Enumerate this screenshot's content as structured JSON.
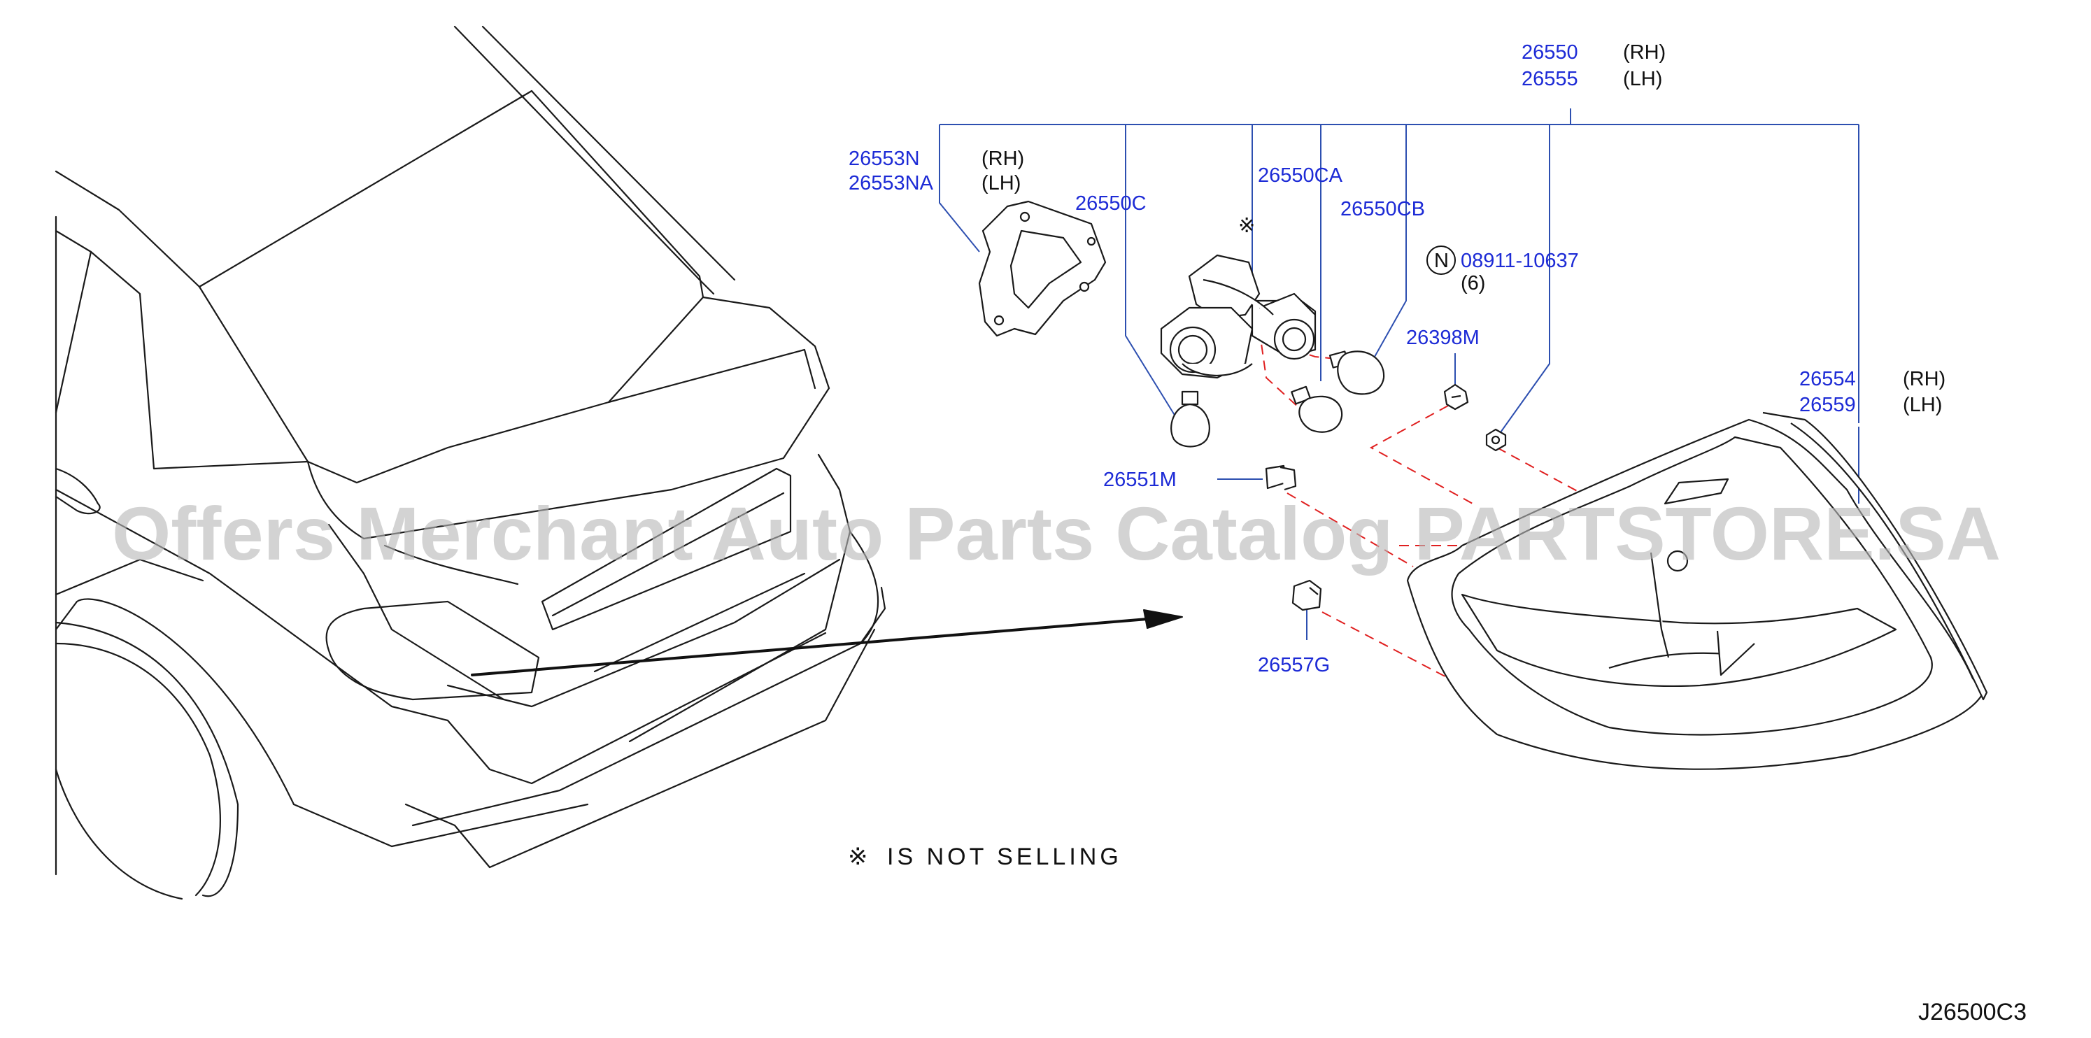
{
  "diagram": {
    "watermark": "Offers Merchant Auto Parts Catalog PARTSTORE.SA",
    "diagram_code": "J26500C3",
    "note": {
      "symbol": "※",
      "text": "IS NOT SELLING"
    },
    "callouts": {
      "lamp_assembly": {
        "rh": "26550",
        "lh": "26555",
        "rh_tag": "(RH)",
        "lh_tag": "(LH)"
      },
      "gasket": {
        "rh": "26553N",
        "lh": "26553NA",
        "rh_tag": "(RH)",
        "lh_tag": "(LH)"
      },
      "socket_c": "26550C",
      "socket_ca": "26550CA",
      "socket_cb": "26550CB",
      "not_selling_mark": "※",
      "nut": {
        "symbol": "N",
        "number": "08911-10637",
        "qty": "(6)"
      },
      "clip": "26398M",
      "retainer": "26551M",
      "grommet": "26557G",
      "lens_housing": {
        "rh": "26554",
        "lh": "26559",
        "rh_tag": "(RH)",
        "lh_tag": "(LH)"
      }
    }
  }
}
